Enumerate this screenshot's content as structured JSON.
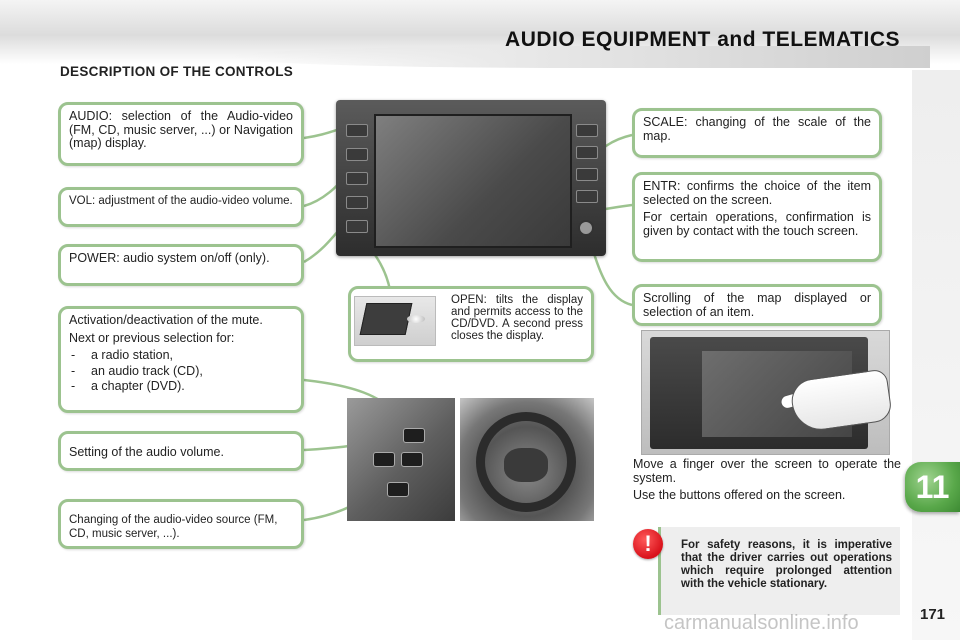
{
  "header": {
    "title": "AUDIO EQUIPMENT and TELEMATICS",
    "section_title": "DESCRIPTION OF THE CONTROLS",
    "chapter_tab": "11",
    "page_number": "171"
  },
  "callouts_left": {
    "audio": "AUDIO: selection of the Audio-video (FM, CD, music server, ...) or Navigation (map) display.",
    "vol": "VOL: adjustment of the audio-video volume.",
    "power": "POWER: audio system on/off (only).",
    "mute_line1": "Activation/deactivation of the mute.",
    "mute_line2": "Next or previous selection for:",
    "mute_items": [
      "a radio station,",
      "an audio track (CD),",
      "a chapter (DVD)."
    ],
    "volume_setting": "Setting of the audio volume.",
    "source": "Changing of the audio-video source (FM, CD, music server, ...)."
  },
  "callout_open": "OPEN: tilts the display and permits access to the CD/DVD. A second press closes the display.",
  "callouts_right": {
    "scale": "SCALE: changing of the scale of the map.",
    "entr_1": "ENTR: confirms the choice of the item selected on the screen.",
    "entr_2": "For certain operations, confirmation is given by contact with the touch screen.",
    "scroll": "Scrolling of the map displayed or selection of an item."
  },
  "touch_caption": {
    "line1": "Move a finger over the screen to operate the system.",
    "line2": "Use the buttons offered on the screen."
  },
  "warning": {
    "icon": "!",
    "text": "For safety reasons, it is imperative that the driver carries out operations which require prolonged attention with the vehicle stationary."
  },
  "watermark": "carmanualsonline.info",
  "colors": {
    "callout_border": "#9cc38f",
    "chapter_tab": "#59a84a",
    "warning_icon": "#d9121b"
  }
}
